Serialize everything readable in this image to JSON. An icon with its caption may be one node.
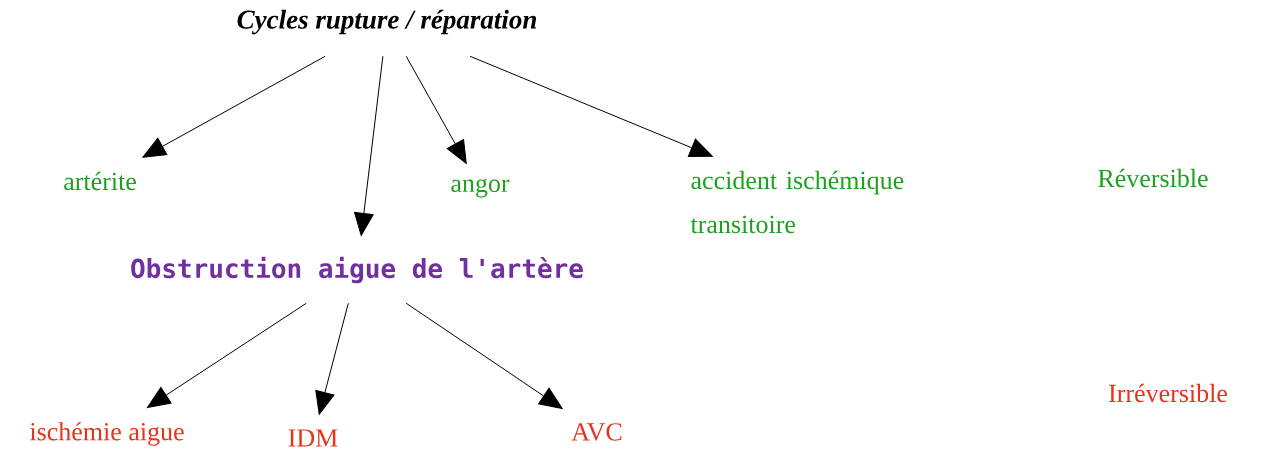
{
  "diagram": {
    "nodes": [
      {
        "text": [
          "Cycles rupture / réparation"
        ]
      },
      {
        "text": [
          "artérite"
        ]
      },
      {
        "text": [
          "angor"
        ]
      },
      {
        "text": [
          "accident ischémique transitoire"
        ]
      },
      {
        "text": [
          "Obstruction aigue de l'artère"
        ]
      },
      {
        "text": [
          "ischémie aigue"
        ]
      },
      {
        "text": [
          "IDM"
        ]
      },
      {
        "text": [
          "AVC"
        ]
      }
    ],
    "edges": [
      {
        "from": 0,
        "to": 1,
        "arrow": "to"
      },
      {
        "from": 0,
        "to": 4,
        "arrow": "to"
      },
      {
        "from": 0,
        "to": 2,
        "arrow": "to"
      },
      {
        "from": 0,
        "to": 3,
        "arrow": "to"
      },
      {
        "from": 4,
        "to": 5,
        "arrow": "to"
      },
      {
        "from": 4,
        "to": 6,
        "arrow": "to"
      },
      {
        "from": 4,
        "to": 7,
        "arrow": "to"
      }
    ],
    "labels": [
      "Réversible",
      "Irréversible"
    ]
  }
}
